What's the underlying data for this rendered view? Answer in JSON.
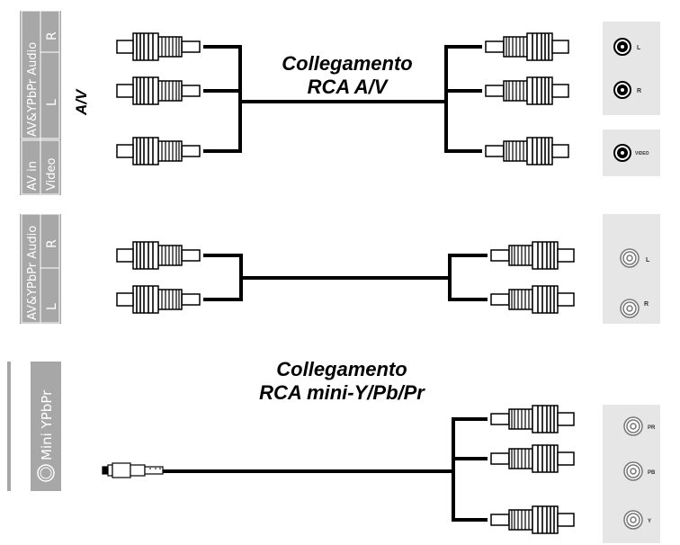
{
  "av_section": {
    "panel_audio_label": "AV&YPbPr Audio",
    "panel_r": "R",
    "panel_l": "L",
    "panel_avin": "AV in",
    "panel_video": "Video",
    "side_label": "A/V",
    "title_line1": "Collegamento",
    "title_line2": "RCA  A/V",
    "jack_l": "L",
    "jack_r": "R",
    "jack_video": "VIDEO"
  },
  "audio_section": {
    "panel_audio_label": "AV&YPbPr Audio",
    "panel_r": "R",
    "panel_l": "L",
    "jack_l": "L",
    "jack_r": "R"
  },
  "ypbpr_section": {
    "panel_label": "Mini YPbPr",
    "title_line1": "Collegamento",
    "title_line2": "RCA mini-Y/Pb/Pr",
    "jack_pr": "PR",
    "jack_pb": "PB",
    "jack_y": "Y"
  },
  "colors": {
    "panel_bg": "#a7a7a7",
    "jack_box_bg": "#e6e6e6",
    "cable": "#000000"
  }
}
